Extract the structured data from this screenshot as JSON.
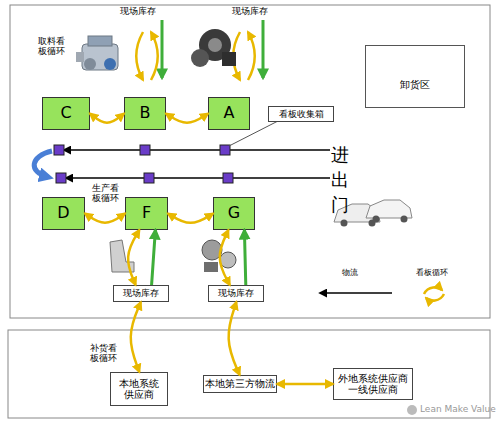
{
  "diagram": {
    "nodes": [
      {
        "text": [
          "C"
        ]
      },
      {
        "text": [
          "B"
        ]
      },
      {
        "text": [
          "A"
        ]
      },
      {
        "text": [
          "看板收集箱"
        ]
      },
      {
        "text": [
          "卸货区"
        ]
      },
      {
        "text": [
          "D"
        ]
      },
      {
        "text": [
          "F"
        ]
      },
      {
        "text": [
          "G"
        ]
      },
      {
        "text": [
          "现场库存"
        ]
      },
      {
        "text": [
          "现场库存"
        ]
      },
      {
        "text": [
          "本地系统 供应商"
        ]
      },
      {
        "text": [
          "本地第三方物流"
        ]
      },
      {
        "text": [
          "外地系统供应商 一线供应商"
        ]
      }
    ],
    "edges": [
      {
        "from": 0,
        "to": 1,
        "arrow": "both"
      },
      {
        "from": 1,
        "to": 2,
        "arrow": "both"
      },
      {
        "from": 5,
        "to": 6,
        "arrow": "both"
      },
      {
        "from": 6,
        "to": 7,
        "arrow": "both"
      },
      {
        "from": 8,
        "to": 6,
        "arrow": "both"
      },
      {
        "from": 8,
        "to": 6,
        "arrow": "to"
      },
      {
        "from": 9,
        "to": 7,
        "arrow": "both"
      },
      {
        "from": 9,
        "to": 7,
        "arrow": "to"
      },
      {
        "from": 8,
        "to": 10,
        "arrow": "both"
      },
      {
        "from": 9,
        "to": 11,
        "arrow": "both"
      },
      {
        "from": 11,
        "to": 12,
        "arrow": "both"
      }
    ],
    "labels": [
      "现场库存",
      "现场库存",
      "取料看 板循环",
      "生产看 板循环",
      "进 出 门",
      "补货看 板循环",
      "Lean Make Value"
    ],
    "legend": [
      {
        "text": "物流"
      },
      {
        "text": "看板循环"
      }
    ]
  }
}
